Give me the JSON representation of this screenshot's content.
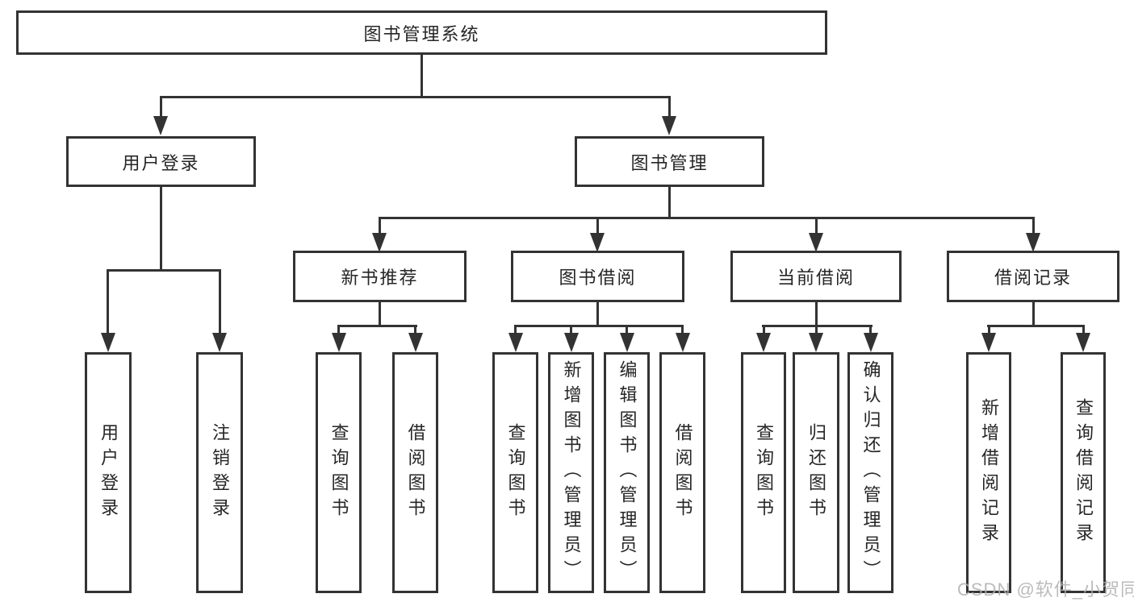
{
  "tree": {
    "label": "图书管理系统",
    "children": [
      {
        "label": "用户登录",
        "children": [
          {
            "label": "用户登录"
          },
          {
            "label": "注销登录"
          }
        ]
      },
      {
        "label": "图书管理",
        "children": [
          {
            "label": "新书推荐",
            "children": [
              {
                "label": "查询图书"
              },
              {
                "label": "借阅图书"
              }
            ]
          },
          {
            "label": "图书借阅",
            "children": [
              {
                "label": "查询图书"
              },
              {
                "label": "新增图书（管理员）"
              },
              {
                "label": "编辑图书（管理员）"
              },
              {
                "label": "借阅图书"
              }
            ]
          },
          {
            "label": "当前借阅",
            "children": [
              {
                "label": "查询图书"
              },
              {
                "label": "归还图书"
              },
              {
                "label": "确认归还（管理员）"
              }
            ]
          },
          {
            "label": "借阅记录",
            "children": [
              {
                "label": "新增借阅记录"
              },
              {
                "label": "查询借阅记录"
              }
            ]
          }
        ]
      }
    ]
  },
  "watermark": {
    "text": "CSDN @软件_小贺同学"
  },
  "colors": {
    "line": "#333333",
    "text": "#262626",
    "watermark": "#b0b0b0",
    "background": "#ffffff"
  }
}
